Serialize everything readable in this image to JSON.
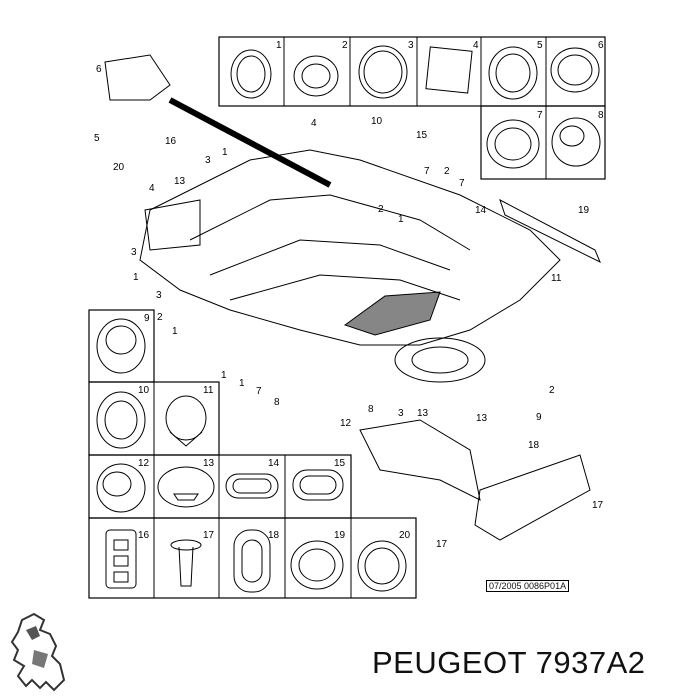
{
  "parts_grid_top": [
    "1",
    "2",
    "3",
    "4",
    "5",
    "6"
  ],
  "parts_grid_top2": [
    "7",
    "8"
  ],
  "parts_grid_left": [
    "9",
    "10",
    "11",
    "12",
    "13",
    "14",
    "15",
    "16",
    "17",
    "18",
    "19",
    "20"
  ],
  "callouts": [
    {
      "id": "c6",
      "text": "6"
    },
    {
      "id": "c5",
      "text": "5"
    },
    {
      "id": "c20",
      "text": "20"
    },
    {
      "id": "c4a",
      "text": "4"
    },
    {
      "id": "c10",
      "text": "10"
    },
    {
      "id": "c15",
      "text": "15"
    },
    {
      "id": "c16",
      "text": "16"
    },
    {
      "id": "c3a",
      "text": "3"
    },
    {
      "id": "c1a",
      "text": "1"
    },
    {
      "id": "c13a",
      "text": "13"
    },
    {
      "id": "c4b",
      "text": "4"
    },
    {
      "id": "c7a",
      "text": "7"
    },
    {
      "id": "c2a",
      "text": "2"
    },
    {
      "id": "c7b",
      "text": "7"
    },
    {
      "id": "c2b",
      "text": "2"
    },
    {
      "id": "c1b",
      "text": "1"
    },
    {
      "id": "c14",
      "text": "14"
    },
    {
      "id": "c19",
      "text": "19"
    },
    {
      "id": "c3b",
      "text": "3"
    },
    {
      "id": "c1c",
      "text": "1"
    },
    {
      "id": "c3c",
      "text": "3"
    },
    {
      "id": "c2c",
      "text": "2"
    },
    {
      "id": "c1d",
      "text": "1"
    },
    {
      "id": "c11",
      "text": "11"
    },
    {
      "id": "c1e",
      "text": "1"
    },
    {
      "id": "c7c",
      "text": "7"
    },
    {
      "id": "c8a",
      "text": "8"
    },
    {
      "id": "c1f",
      "text": "1"
    },
    {
      "id": "c2d",
      "text": "2"
    },
    {
      "id": "c8b",
      "text": "8"
    },
    {
      "id": "c3d",
      "text": "3"
    },
    {
      "id": "c13b",
      "text": "13"
    },
    {
      "id": "c13c",
      "text": "13"
    },
    {
      "id": "c9",
      "text": "9"
    },
    {
      "id": "c12",
      "text": "12"
    },
    {
      "id": "c18",
      "text": "18"
    },
    {
      "id": "c17a",
      "text": "17"
    },
    {
      "id": "c17b",
      "text": "17"
    }
  ],
  "drawing_code": "07/2005  0086P01A",
  "brand_text": "PEUGEOT 7937A2",
  "logo_icon": "peugeot-lion-icon"
}
